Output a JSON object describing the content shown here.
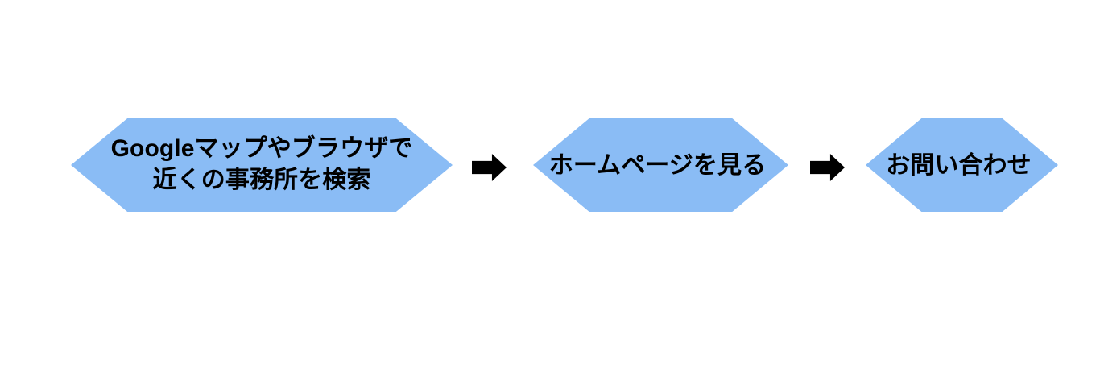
{
  "diagram": {
    "title": "",
    "background_color": "#ffffff",
    "node_fill_color": "#8ABCF5",
    "node_text_color": "#000000",
    "arrow_color": "#000000",
    "nodes": [
      {
        "id": "search",
        "shape": "hexagon",
        "label": "Googleマップやブラウザで\n近くの事務所を検索",
        "line1": "Googleマップやブラウザで",
        "line2": "近くの事務所を検索"
      },
      {
        "id": "homepage",
        "shape": "hexagon",
        "label": "ホームページを見る"
      },
      {
        "id": "contact",
        "shape": "hexagon",
        "label": "お問い合わせ"
      }
    ],
    "connectors": [
      {
        "id": "arrow-1",
        "icon": "right-arrow-icon",
        "glyph": "➡",
        "from": "search",
        "to": "homepage"
      },
      {
        "id": "arrow-2",
        "icon": "right-arrow-icon",
        "glyph": "➡",
        "from": "homepage",
        "to": "contact"
      }
    ]
  }
}
